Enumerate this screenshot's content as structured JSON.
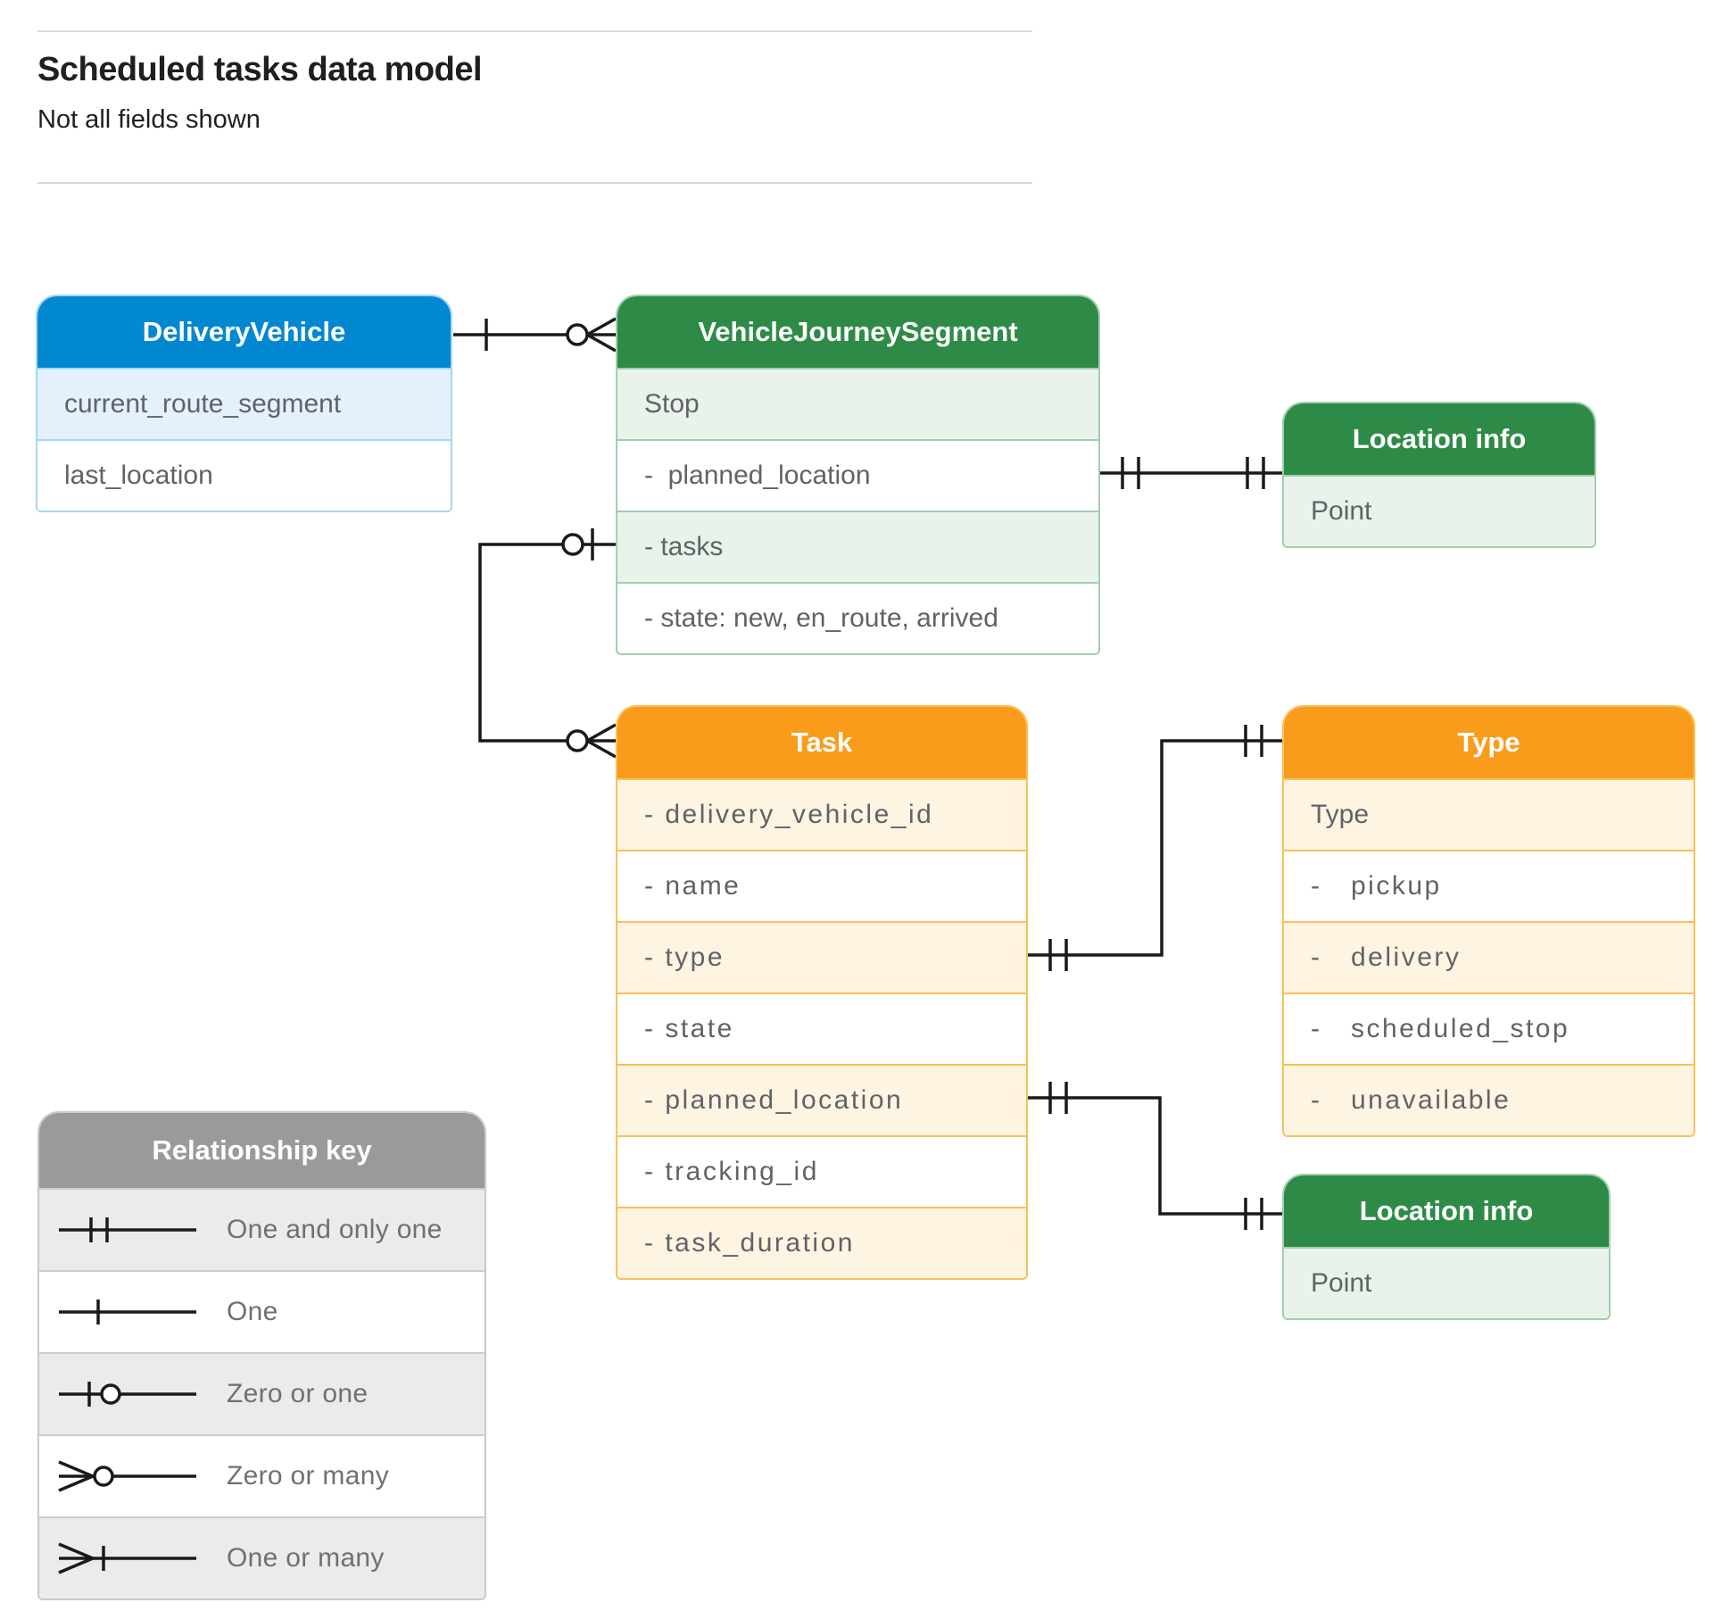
{
  "page": {
    "title": "Scheduled tasks data model",
    "subtitle": "Not all fields shown"
  },
  "colors": {
    "blue_header": "#0288d1",
    "blue_tint": "#e4f1fc",
    "green_header": "#2e8b47",
    "green_tint": "#e9f3ea",
    "orange_header": "#f99c1b",
    "orange_tint": "#fef4e2",
    "gray_header": "#9a9a9a",
    "gray_tint": "#ebebeb",
    "field_text": "#5f6368",
    "connector": "#1a1a1a"
  },
  "entities": {
    "delivery_vehicle": {
      "title": "DeliveryVehicle",
      "rows": [
        "current_route_segment",
        "last_location"
      ]
    },
    "vehicle_journey_segment": {
      "title": "VehicleJourneySegment",
      "rows": [
        "Stop",
        "-  planned_location",
        "- tasks",
        "- state: new, en_route, arrived"
      ]
    },
    "location_info_top": {
      "title": "Location info",
      "rows": [
        "Point"
      ]
    },
    "task": {
      "title": "Task",
      "rows": [
        "- delivery_vehicle_id",
        "- name",
        "- type",
        "- state",
        "- planned_location",
        "- tracking_id",
        "- task_duration"
      ]
    },
    "type": {
      "title": "Type",
      "rows": [
        "Type",
        "-   pickup",
        "-   delivery",
        "-   scheduled_stop",
        "-   unavailable"
      ]
    },
    "location_info_bottom": {
      "title": "Location info",
      "rows": [
        "Point"
      ]
    }
  },
  "legend": {
    "title": "Relationship key",
    "items": [
      "One and only one",
      "One",
      "Zero or one",
      "Zero or many",
      "One or many"
    ]
  }
}
